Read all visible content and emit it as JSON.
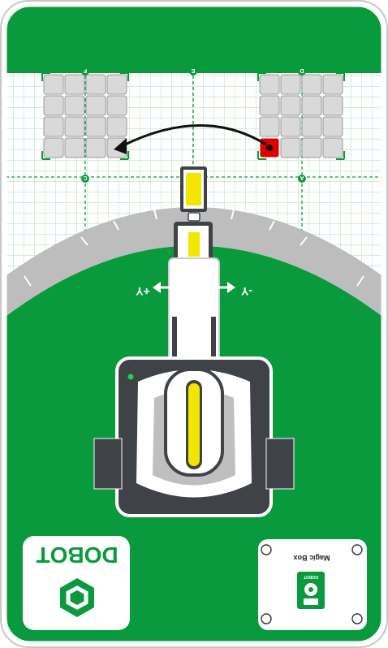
{
  "board": {
    "brand": "DOBOT",
    "magic_box_label": "Magic Box",
    "magic_box_small_label": "DOBOT"
  },
  "arrows": {
    "left_label": "+Y",
    "right_label": "-Y"
  },
  "grid_markers": [
    "A",
    "C",
    "D",
    "E",
    "F"
  ],
  "colors": {
    "board_green": "#0a9a3e",
    "arc_grey": "#bdbdbd",
    "tile_grey": "#d9d9d9",
    "selected_tile": "#e00000",
    "accent_yellow": "#f2e600",
    "robot_dark": "#3f4347"
  },
  "icons": {
    "brand_logo": "dobot-hexagon-logo",
    "move_arrow": "curved-arrow-left"
  }
}
